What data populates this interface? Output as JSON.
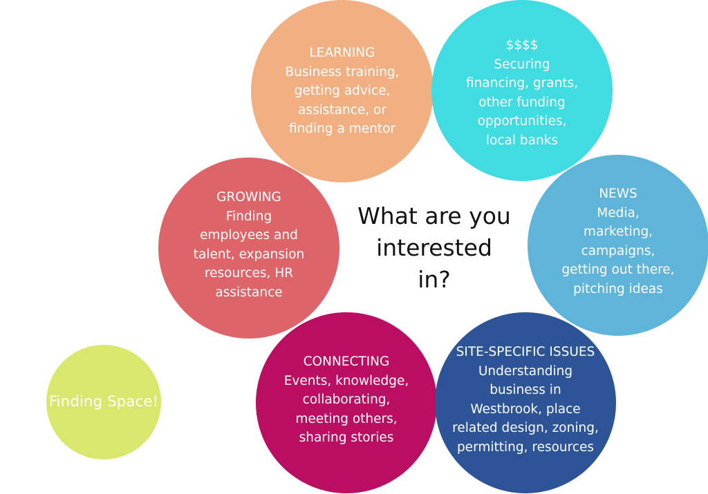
{
  "center_question": [
    "What are you",
    "interested",
    "in?"
  ],
  "topics": {
    "learning": {
      "color": "#f2b082",
      "lines": [
        "LEARNING",
        "Business training,",
        "getting advice,",
        "assistance, or",
        "finding a mentor"
      ]
    },
    "money": {
      "color": "#41dbe2",
      "lines": [
        "$$$$",
        "Securing",
        "financing, grants,",
        "other funding",
        "opportunities,",
        "local banks"
      ]
    },
    "growing": {
      "color": "#dd6468",
      "lines": [
        "GROWING",
        "Finding",
        "employees and",
        "talent, expansion",
        "resources, HR",
        "assistance"
      ]
    },
    "news": {
      "color": "#5fb4da",
      "lines": [
        "NEWS",
        "Media,",
        "marketing,",
        "campaigns,",
        "getting out there,",
        "pitching ideas"
      ]
    },
    "connecting": {
      "color": "#ba0e62",
      "lines": [
        "CONNECTING",
        "Events, knowledge,",
        "collaborating,",
        "meeting others,",
        "sharing stories"
      ]
    },
    "site": {
      "color": "#2c5496",
      "lines": [
        "SITE-SPECIFIC ISSUES",
        "Understanding",
        "business in",
        "Westbrook, place",
        "related design, zoning,",
        "permitting,  resources"
      ]
    },
    "space": {
      "color": "#d9e86c",
      "lines": [
        "Finding Space!"
      ]
    }
  }
}
